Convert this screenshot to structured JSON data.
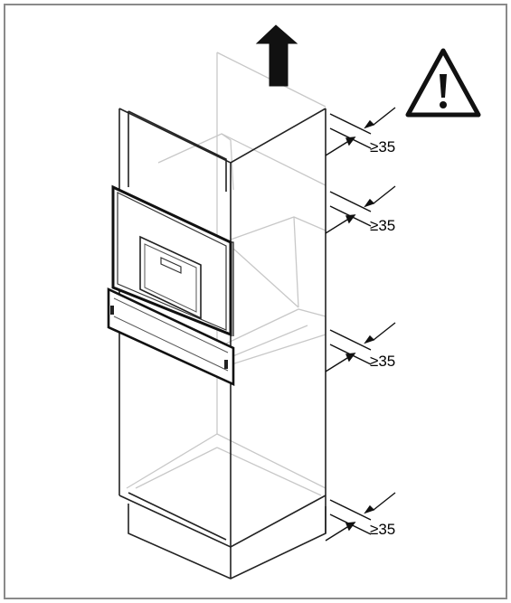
{
  "diagram": {
    "clearance_labels": [
      "≥35",
      "≥35",
      "≥35",
      "≥35"
    ],
    "warning_icon": "warning-triangle-icon",
    "lift_arrow_icon": "up-arrow-icon",
    "colors": {
      "border": "#8a8a8a",
      "line": "#111111",
      "faint": "#c8c8c8",
      "arrow": "#111111"
    }
  }
}
